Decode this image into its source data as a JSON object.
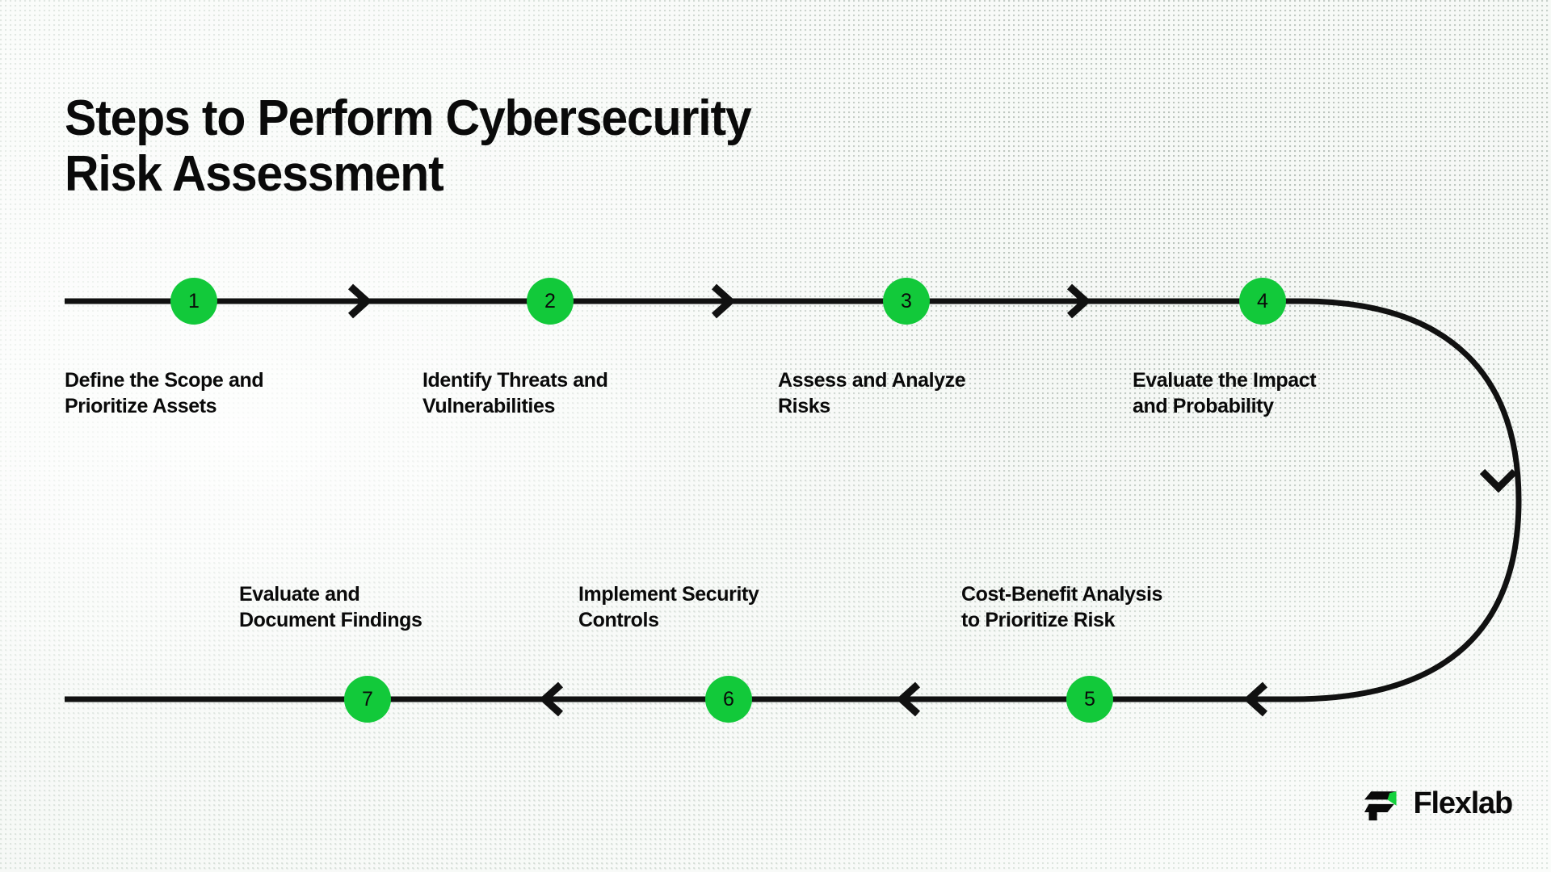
{
  "page": {
    "title_line1": "Steps to Perform Cybersecurity",
    "title_line2": "Risk Assessment",
    "title_full": "Steps to Perform Cybersecurity\nRisk Assessment"
  },
  "colors": {
    "accent_green": "#12c93a",
    "logo_green": "#14d13c",
    "text_dark": "#0a0a0a",
    "line": "#111111",
    "background": "#f5f8f5"
  },
  "flow": {
    "direction_top_row": "left-to-right",
    "direction_bottom_row": "right-to-left",
    "connector_shape": "u-turn-curve-right-side"
  },
  "steps": [
    {
      "number": "1",
      "label_line1": "Define the Scope and",
      "label_line2": "Prioritize Assets",
      "label": "Define the Scope and\nPrioritize Assets",
      "row": "top"
    },
    {
      "number": "2",
      "label_line1": "Identify Threats and",
      "label_line2": "Vulnerabilities",
      "label": "Identify Threats and\nVulnerabilities",
      "row": "top"
    },
    {
      "number": "3",
      "label_line1": "Assess and Analyze",
      "label_line2": "Risks",
      "label": "Assess and Analyze\nRisks",
      "row": "top"
    },
    {
      "number": "4",
      "label_line1": "Evaluate the Impact",
      "label_line2": "and Probability",
      "label": "Evaluate the Impact\nand Probability",
      "row": "top"
    },
    {
      "number": "5",
      "label_line1": "Cost-Benefit Analysis",
      "label_line2": "to Prioritize Risk",
      "label": "Cost-Benefit Analysis\nto Prioritize Risk",
      "row": "bottom"
    },
    {
      "number": "6",
      "label_line1": "Implement Security",
      "label_line2": "Controls",
      "label": "Implement Security\nControls",
      "row": "bottom"
    },
    {
      "number": "7",
      "label_line1": "Evaluate and",
      "label_line2": "Document Findings",
      "label": "Evaluate and\nDocument Findings",
      "row": "bottom"
    }
  ],
  "logo": {
    "name": "Flexlab",
    "mark": "flexlab-f-mark"
  }
}
